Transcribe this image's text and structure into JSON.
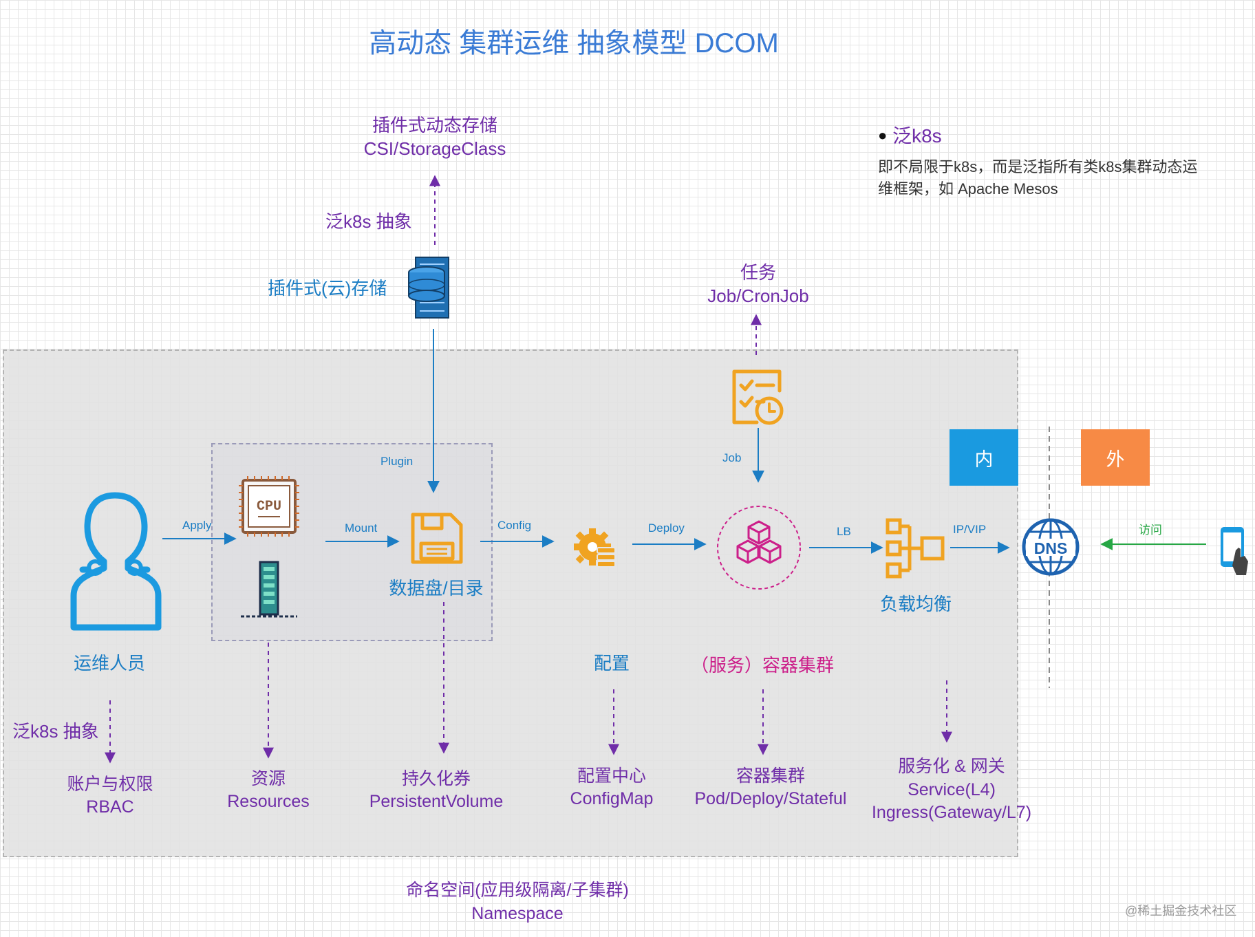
{
  "title": "高动态 集群运维 抽象模型 DCOM",
  "top_storage": {
    "label_cn": "插件式动态存储",
    "label_en": "CSI/StorageClass"
  },
  "abstraction_label_top": "泛k8s 抽象",
  "cloud_storage_label": "插件式(云)存储",
  "note": {
    "bullet_title": "泛k8s",
    "text_line1": "即不局限于k8s，而是泛指所有类k8s集群动态运",
    "text_line2": "维框架，如 Apache Mesos"
  },
  "task": {
    "label_cn": "任务",
    "label_en": "Job/CronJob"
  },
  "zones": {
    "inner": "内",
    "outer": "外"
  },
  "edges": {
    "apply": "Apply",
    "plugin": "Plugin",
    "mount": "Mount",
    "config": "Config",
    "deploy": "Deploy",
    "job": "Job",
    "lb": "LB",
    "ipvip": "IP/VIP",
    "access": "访问"
  },
  "nodes": {
    "operator": "运维人员",
    "disk": "数据盘/目录",
    "config": "配置",
    "container_cluster": "（服务）容器集群",
    "load_balance": "负载均衡",
    "cpu_text": "CPU",
    "dns_text": "DNS"
  },
  "abstraction_label_bottom": "泛k8s 抽象",
  "bottom": {
    "rbac": {
      "line1": "账户与权限",
      "line2": "RBAC"
    },
    "resources": {
      "line1": "资源",
      "line2": "Resources"
    },
    "pv": {
      "line1": "持久化券",
      "line2": "PersistentVolume"
    },
    "configmap": {
      "line1": "配置中心",
      "line2": "ConfigMap"
    },
    "pods": {
      "line1": "容器集群",
      "line2": "Pod/Deploy/Stateful"
    },
    "service": {
      "line1": "服务化 & 网关",
      "line2": "Service(L4)",
      "line3": "Ingress(Gateway/L7)"
    }
  },
  "namespace": {
    "line1": "命名空间(应用级隔离/子集群)",
    "line2": "Namespace"
  },
  "watermark": "@稀土掘金技术社区",
  "colors": {
    "blue": "#1b7dc4",
    "purple": "#6f2da8",
    "magenta": "#cc1f8a",
    "orange": "#f0a321",
    "inner_badge": "#1a9ae0",
    "outer_badge": "#f78a45",
    "access_arrow": "#27a745"
  }
}
